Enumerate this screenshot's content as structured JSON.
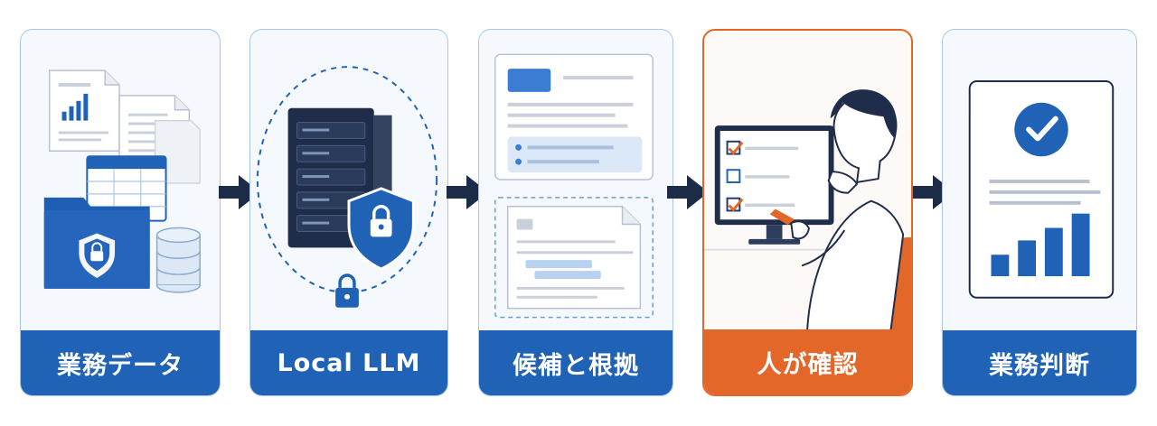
{
  "steps": [
    {
      "label": "業務データ"
    },
    {
      "label": "Local LLM"
    },
    {
      "label": "候補と根拠"
    },
    {
      "label": "人が確認"
    },
    {
      "label": "業務判断"
    }
  ],
  "colors": {
    "primary": "#1f62b6",
    "accent": "#e4672a",
    "navy": "#1b2b48",
    "card_bg": "#f5f8fc",
    "card_border": "#a9c6ea"
  },
  "icons": [
    "document-chart-icon",
    "spreadsheet-icon",
    "secure-folder-icon",
    "database-icon",
    "server-icon",
    "shield-lock-icon",
    "lock-icon",
    "checklist-monitor-icon",
    "approved-report-icon"
  ]
}
